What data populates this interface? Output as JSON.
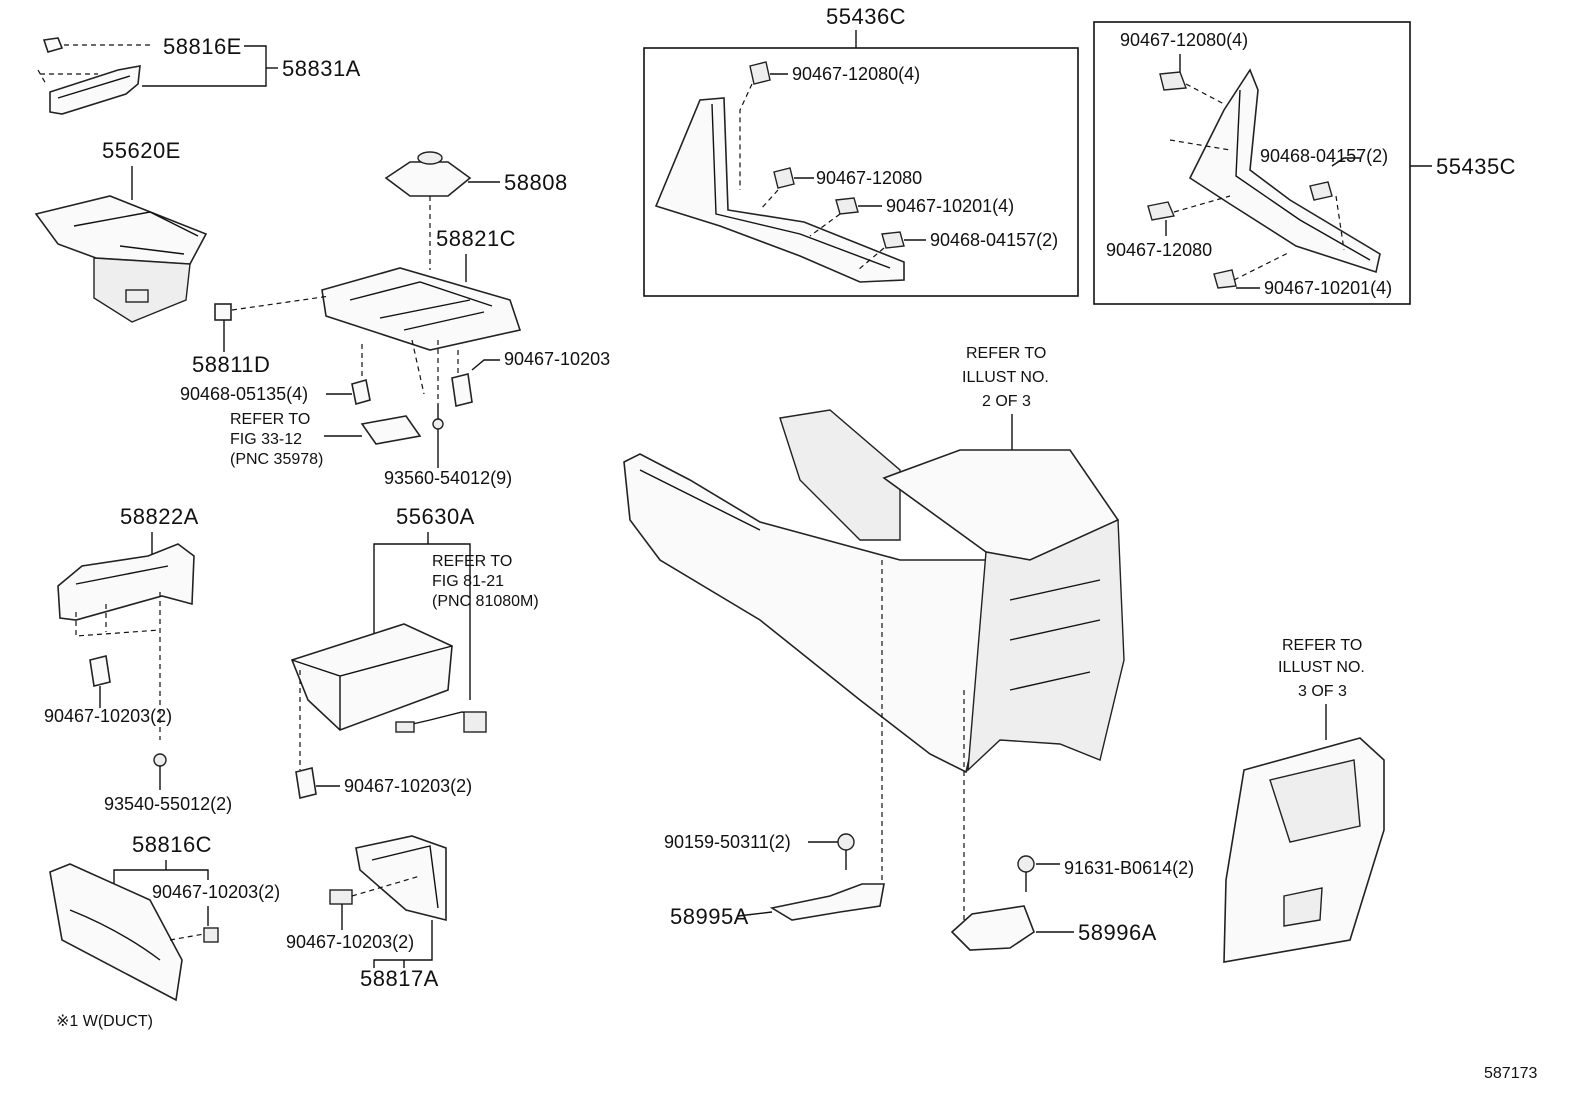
{
  "diagram_id": "587173",
  "footnote": "※1 W(DUCT)",
  "labels": {
    "p58816E": "58816E",
    "p58831A": "58831A",
    "p55620E": "55620E",
    "p58808": "58808",
    "p58821C": "58821C",
    "p58811D": "58811D",
    "p90468_05135": "90468-05135(4)",
    "p90467_10203_a": "90467-10203",
    "ref_fig3312_l1": "REFER TO",
    "ref_fig3312_l2": "FIG 33-12",
    "ref_fig3312_l3": "(PNC 35978)",
    "p93560": "93560-54012(9)",
    "p58822A": "58822A",
    "p90467_10203_b": "90467-10203(2)",
    "p93540": "93540-55012(2)",
    "p55630A": "55630A",
    "ref_fig8121_l1": "REFER TO",
    "ref_fig8121_l2": "FIG 81-21",
    "ref_fig8121_l3": "(PNC 81080M)",
    "p90467_10203_c": "90467-10203(2)",
    "p58816C": "58816C",
    "p90467_10203_d": "90467-10203(2)",
    "p90467_10203_e": "90467-10203(2)",
    "p58817A": "58817A",
    "p55436C": "55436C",
    "b1_90467_12080_4": "90467-12080(4)",
    "b1_90467_12080": "90467-12080",
    "b1_90467_10201_4": "90467-10201(4)",
    "b1_90468_04157_2": "90468-04157(2)",
    "p55435C": "55435C",
    "b2_90467_12080_4": "90467-12080(4)",
    "b2_90468_04157_2": "90468-04157(2)",
    "b2_90467_12080": "90467-12080",
    "b2_90467_10201_4": "90467-10201(4)",
    "ref_illust2_l1": "REFER TO",
    "ref_illust2_l2": "ILLUST NO.",
    "ref_illust2_l3": "2 OF 3",
    "ref_illust3_l1": "REFER TO",
    "ref_illust3_l2": "ILLUST NO.",
    "ref_illust3_l3": "3 OF 3",
    "p90159": "90159-50311(2)",
    "p58995A": "58995A",
    "p91631": "91631-B0614(2)",
    "p58996A": "58996A"
  }
}
